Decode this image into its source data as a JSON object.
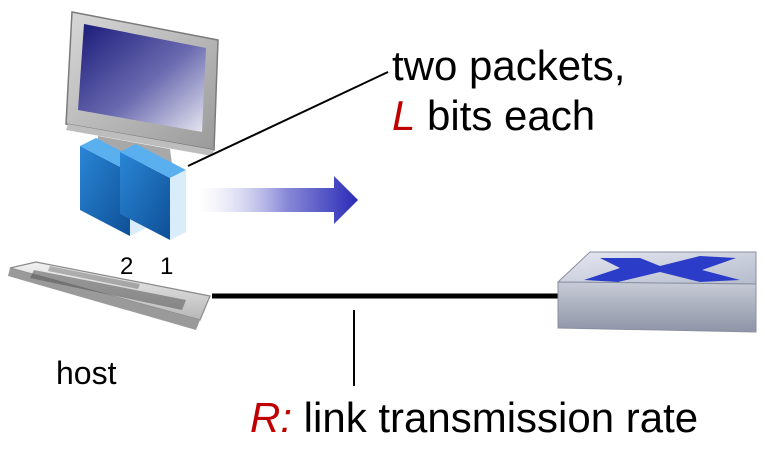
{
  "callout": {
    "line1": "two packets,",
    "line2_var": "L",
    "line2_rest": " bits each"
  },
  "packets": {
    "label_back": "2",
    "label_front": "1"
  },
  "host": {
    "label": "host"
  },
  "link": {
    "label_var": "R:",
    "label_rest": " link transmission rate"
  },
  "colors": {
    "variable_red": "#c00000",
    "packet_blue": "#1f6fbf",
    "arrow_blue": "#2a2ab8",
    "switch_blue": "#2a3cc8",
    "text": "#000000"
  },
  "icons": {
    "computer": "desktop-computer-icon",
    "keyboard": "keyboard-icon",
    "switch": "network-switch-icon",
    "arrow": "right-arrow-icon"
  }
}
